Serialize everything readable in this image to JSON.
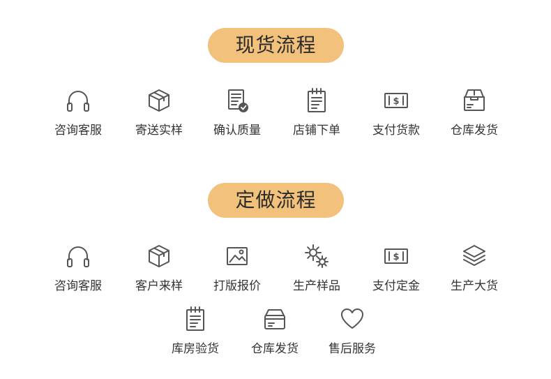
{
  "sections": [
    {
      "title": "现货流程",
      "steps": [
        {
          "label": "咨询客服",
          "icon": "headset-icon"
        },
        {
          "label": "寄送实样",
          "icon": "package-box-icon"
        },
        {
          "label": "确认质量",
          "icon": "checklist-icon"
        },
        {
          "label": "店铺下单",
          "icon": "notepad-icon"
        },
        {
          "label": "支付货款",
          "icon": "dollar-bill-icon"
        },
        {
          "label": "仓库发货",
          "icon": "storage-box-icon"
        }
      ]
    },
    {
      "title": "定做流程",
      "steps": [
        {
          "label": "咨询客服",
          "icon": "headset-icon"
        },
        {
          "label": "客户来样",
          "icon": "package-box-icon"
        },
        {
          "label": "打版报价",
          "icon": "image-frame-icon"
        },
        {
          "label": "生产样品",
          "icon": "gears-icon"
        },
        {
          "label": "支付定金",
          "icon": "dollar-bill-icon"
        },
        {
          "label": "生产大货",
          "icon": "layers-icon"
        },
        {
          "label": "库房验货",
          "icon": "notepad-icon"
        },
        {
          "label": "仓库发货",
          "icon": "storage-box-icon"
        },
        {
          "label": "售后服务",
          "icon": "heart-icon"
        }
      ]
    }
  ],
  "colors": {
    "pill": "#f2c17b",
    "icon_stroke": "#555555",
    "text": "#333333"
  }
}
